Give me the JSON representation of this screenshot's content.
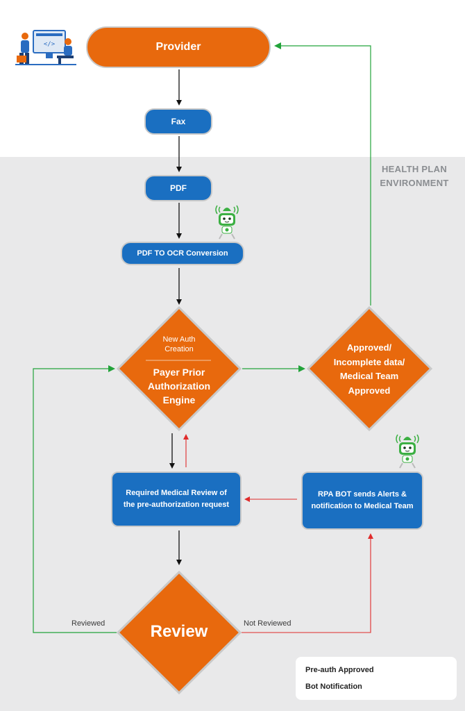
{
  "nodes": {
    "provider": "Provider",
    "fax": "Fax",
    "pdf": "PDF",
    "ocr": "PDF TO OCR Conversion",
    "engine_top": "New Auth Creation",
    "engine_main": "Payer Prior Authorization Engine",
    "approved": "Approved/ Incomplete data/ Medical Team Approved",
    "medical_review": "Required Medical Review of the pre-authorization request",
    "rpa_bot": "RPA BOT sends Alerts & notification to Medical Team",
    "review": "Review"
  },
  "environment_label": "HEALTH PLAN ENVIRONMENT",
  "edge_labels": {
    "reviewed": "Reviewed",
    "not_reviewed": "Not Reviewed"
  },
  "legend": {
    "preauth": "Pre-auth Approved",
    "bot": "Bot Notification"
  },
  "colors": {
    "orange": "#e8690d",
    "blue": "#1a6fc1",
    "green": "#22a33a",
    "red": "#e02b2b",
    "bot_green": "#3cb043"
  },
  "icons": [
    "people-computer-icon",
    "robot-icon"
  ]
}
